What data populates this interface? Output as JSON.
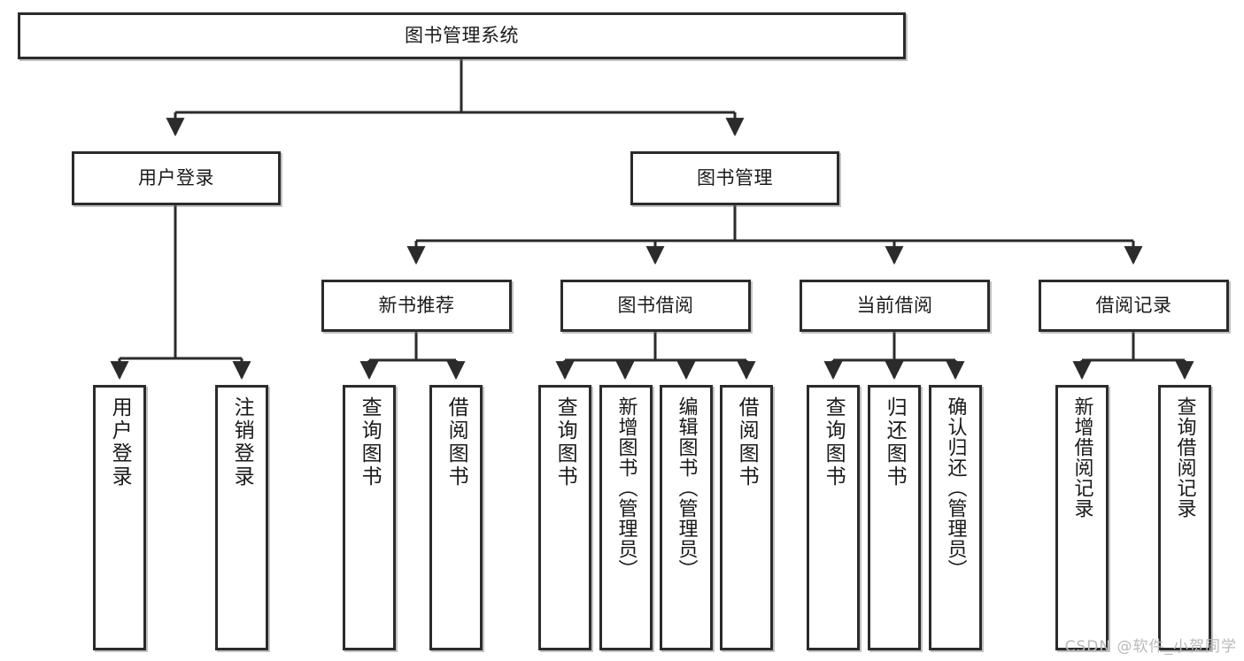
{
  "diagram": {
    "title": "图书管理系统",
    "type": "tree-hierarchy-chart",
    "root": {
      "id": "root",
      "label": "图书管理系统"
    },
    "level2": [
      {
        "id": "user-login",
        "label": "用户登录"
      },
      {
        "id": "book-manage",
        "label": "图书管理"
      }
    ],
    "level3": [
      {
        "id": "new-book-rec",
        "label": "新书推荐"
      },
      {
        "id": "book-borrow",
        "label": "图书借阅"
      },
      {
        "id": "current-borrow",
        "label": "当前借阅"
      },
      {
        "id": "borrow-record",
        "label": "借阅记录"
      }
    ],
    "leaves": {
      "user_login": [
        {
          "id": "leaf-user-login",
          "label": "用户登录"
        },
        {
          "id": "leaf-logout",
          "label": "注销登录"
        }
      ],
      "new_book_rec": [
        {
          "id": "leaf-query-book-1",
          "label": "查询图书"
        },
        {
          "id": "leaf-borrow-book-1",
          "label": "借阅图书"
        }
      ],
      "book_borrow": [
        {
          "id": "leaf-query-book-2",
          "label": "查询图书"
        },
        {
          "id": "leaf-add-book",
          "label": "新增图书（管理员）"
        },
        {
          "id": "leaf-edit-book",
          "label": "编辑图书（管理员）"
        },
        {
          "id": "leaf-borrow-book-2",
          "label": "借阅图书"
        }
      ],
      "current_borrow": [
        {
          "id": "leaf-query-book-3",
          "label": "查询图书"
        },
        {
          "id": "leaf-return-book",
          "label": "归还图书"
        },
        {
          "id": "leaf-confirm-return",
          "label": "确认归还（管理员）"
        }
      ],
      "borrow_record": [
        {
          "id": "leaf-add-record",
          "label": "新增借阅记录"
        },
        {
          "id": "leaf-query-record",
          "label": "查询借阅记录"
        }
      ]
    },
    "watermark": "CSDN @软件_小贺同学",
    "colors": {
      "stroke": "#2b2b2b",
      "fill": "#ffffff",
      "text": "#1a1a1a",
      "watermark": "#b9b9b9"
    }
  }
}
